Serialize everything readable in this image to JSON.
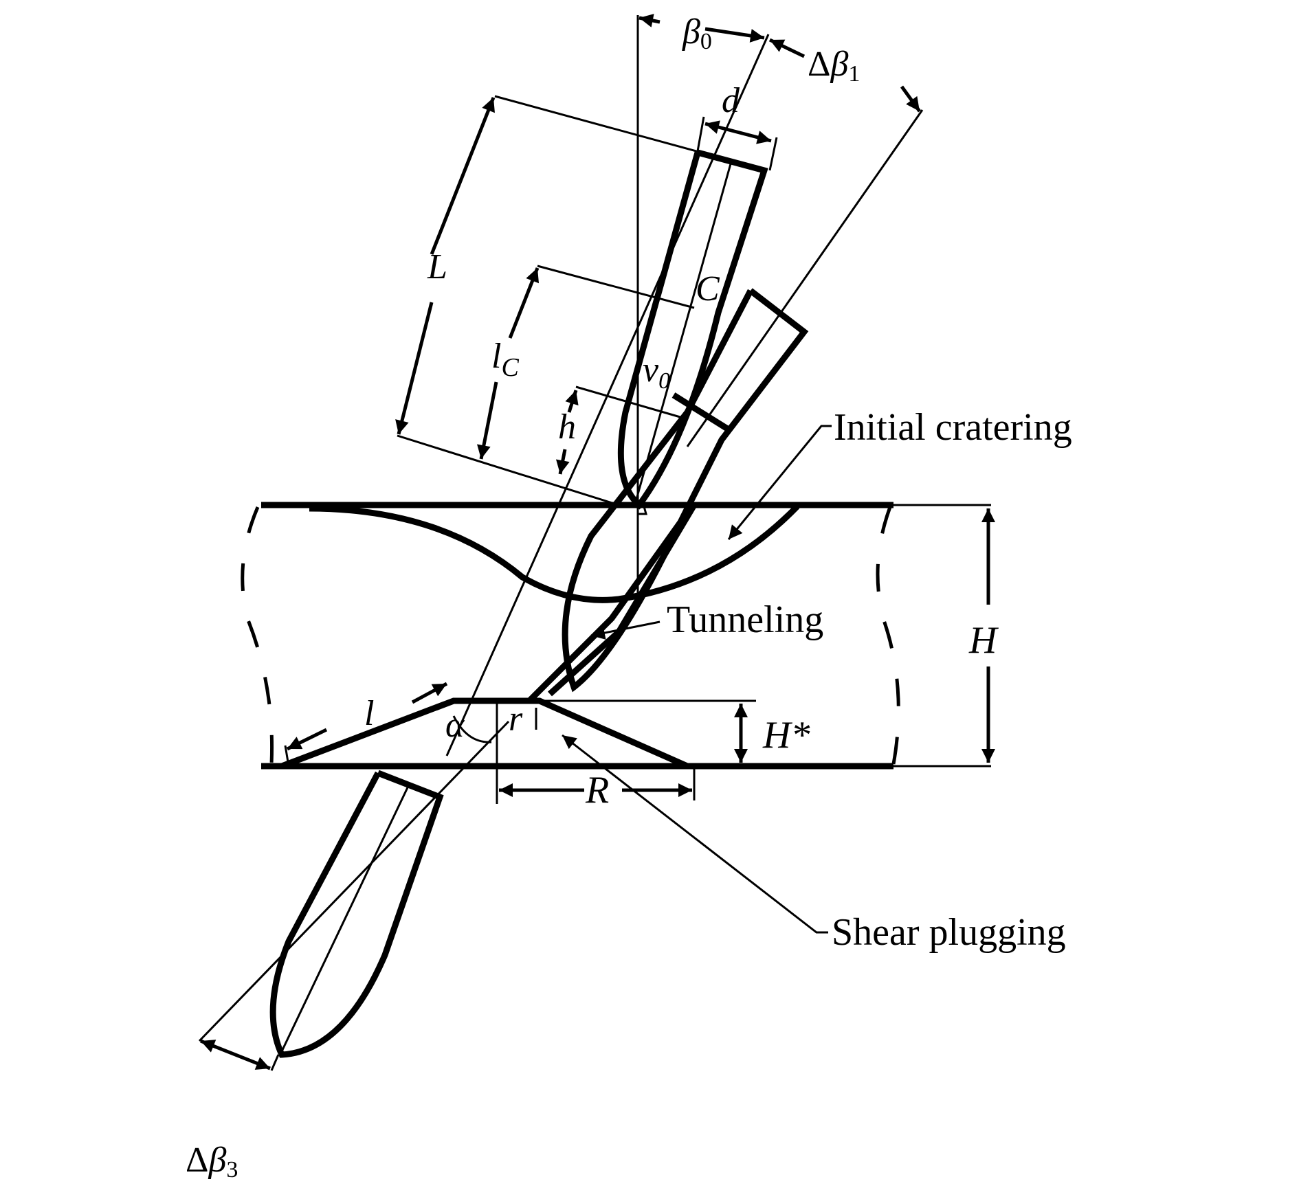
{
  "diagram": {
    "type": "oblique projectile penetration of a plate",
    "labels": {
      "beta0": {
        "main": "β",
        "sub": "0"
      },
      "delta_beta1": {
        "delta": "Δ",
        "main": "β",
        "sub": "1"
      },
      "delta_beta3": {
        "delta": "Δ",
        "main": "β",
        "sub": "3"
      },
      "d": "d",
      "L": "L",
      "lc": {
        "main": "l",
        "sub": "C"
      },
      "C": "C",
      "v0": {
        "main": "v",
        "sub": "0"
      },
      "h": "h",
      "H": "H",
      "H_star": "H*",
      "l": "l",
      "alpha": "α",
      "r": "r",
      "R": "R"
    },
    "annotations": {
      "initial_cratering": "Initial cratering",
      "tunneling": "Tunneling",
      "shear_plugging": "Shear plugging"
    }
  }
}
